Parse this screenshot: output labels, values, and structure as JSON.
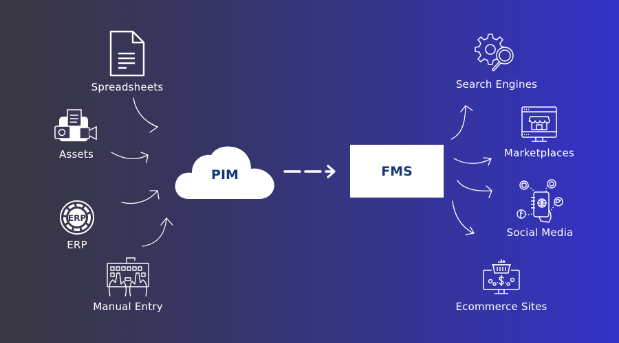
{
  "diagram": {
    "sources": [
      {
        "id": "spreadsheets",
        "label": "Spreadsheets",
        "icon": "document-icon"
      },
      {
        "id": "assets",
        "label": "Assets",
        "icon": "media-assets-icon"
      },
      {
        "id": "erp",
        "label": "ERP",
        "icon": "erp-badge-icon",
        "badge_text": "ERP"
      },
      {
        "id": "manual-entry",
        "label": "Manual Entry",
        "icon": "keyboard-typing-icon"
      }
    ],
    "hub": {
      "label": "PIM",
      "shape": "cloud"
    },
    "target": {
      "label": "FMS",
      "shape": "box"
    },
    "destinations": [
      {
        "id": "search-engines",
        "label": "Search Engines",
        "icon": "gear-search-icon"
      },
      {
        "id": "marketplaces",
        "label": "Marketplaces",
        "icon": "storefront-monitor-icon"
      },
      {
        "id": "social-media",
        "label": "Social Media",
        "icon": "social-phone-icon"
      },
      {
        "id": "ecommerce-sites",
        "label": "Ecommerce Sites",
        "icon": "ecommerce-monitor-icon"
      }
    ],
    "colors": {
      "background_start": "#38363f",
      "background_end": "#3432c8",
      "foreground": "#ffffff",
      "box_text": "#123878"
    }
  }
}
